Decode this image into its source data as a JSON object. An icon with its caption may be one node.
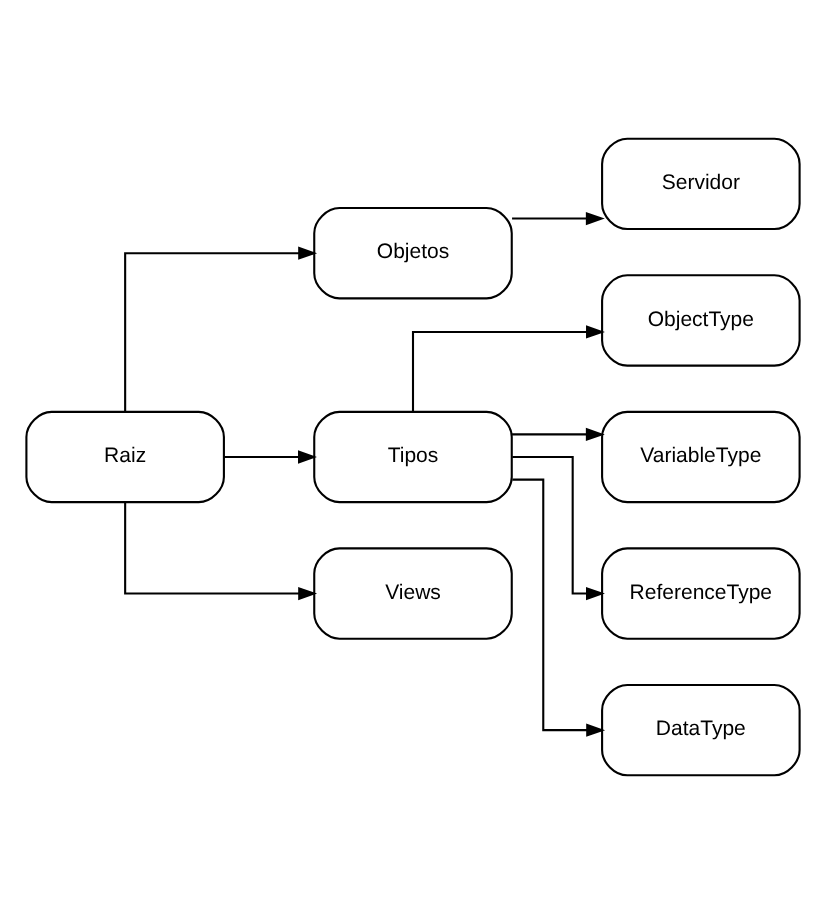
{
  "diagram": {
    "nodes": [
      {
        "text": [
          "Raiz"
        ]
      },
      {
        "text": [
          "Objetos"
        ]
      },
      {
        "text": [
          "Tipos"
        ]
      },
      {
        "text": [
          "Views"
        ]
      },
      {
        "text": [
          "Servidor"
        ]
      },
      {
        "text": [
          "ObjectType"
        ]
      },
      {
        "text": [
          "VariableType"
        ]
      },
      {
        "text": [
          "ReferenceType"
        ]
      },
      {
        "text": [
          "DataType"
        ]
      }
    ],
    "edges": [
      {
        "from": 0,
        "to": 1,
        "arrow": "to"
      },
      {
        "from": 0,
        "to": 2,
        "arrow": "to"
      },
      {
        "from": 0,
        "to": 3,
        "arrow": "to"
      },
      {
        "from": 1,
        "to": 4,
        "arrow": "to"
      },
      {
        "from": 2,
        "to": 5,
        "arrow": "to"
      },
      {
        "from": 2,
        "to": 6,
        "arrow": "to"
      },
      {
        "from": 2,
        "to": 7,
        "arrow": "to"
      },
      {
        "from": 2,
        "to": 8,
        "arrow": "to"
      }
    ]
  }
}
